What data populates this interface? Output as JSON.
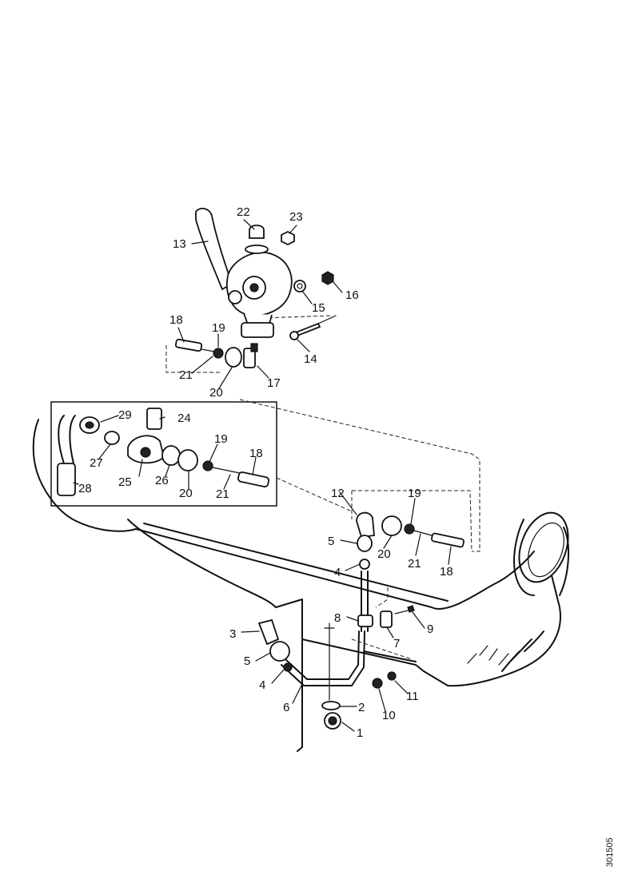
{
  "callouts": [
    "1",
    "2",
    "3",
    "4",
    "5",
    "6",
    "7",
    "8",
    "9",
    "10",
    "11",
    "12",
    "13",
    "14",
    "15",
    "16",
    "17",
    "18",
    "19",
    "20",
    "21",
    "22",
    "23",
    "24",
    "25",
    "26",
    "27",
    "28",
    "29"
  ],
  "reference": "301505"
}
